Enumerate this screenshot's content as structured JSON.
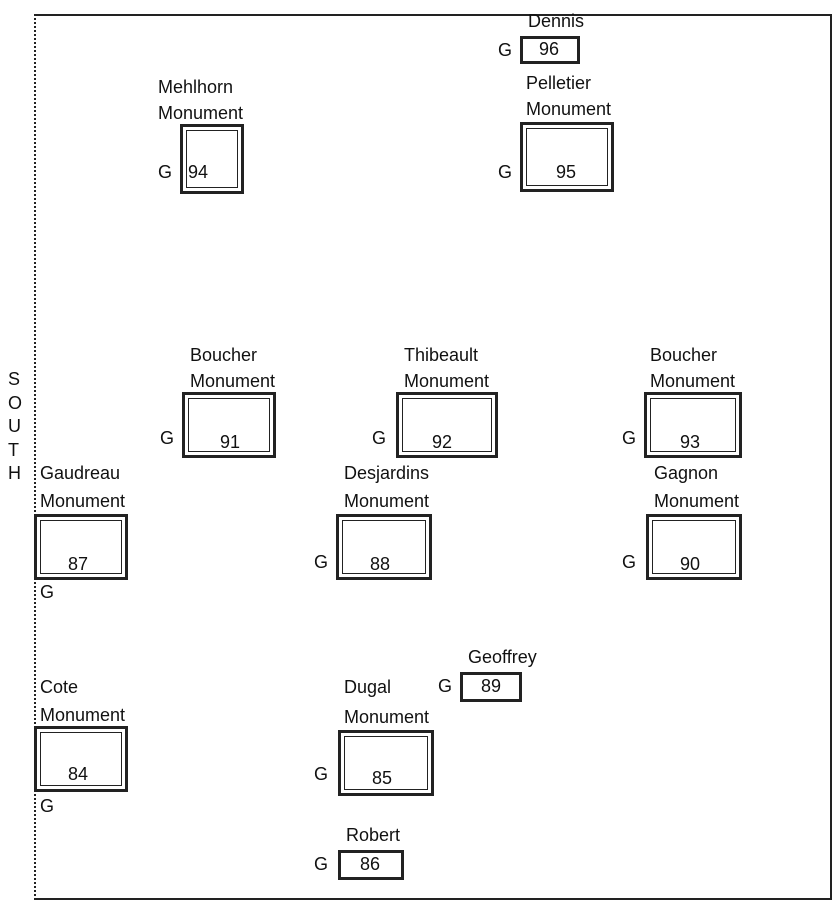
{
  "south_label": [
    "S",
    "O",
    "U",
    "T",
    "H"
  ],
  "lots": {
    "l94": {
      "name": "Mehlhorn",
      "suffix": "Monument",
      "number": "94",
      "g": "G"
    },
    "l95": {
      "name": "Pelletier",
      "suffix": "Monument",
      "number": "95",
      "g": "G"
    },
    "l96": {
      "name": "Dennis",
      "number": "96",
      "g": "G"
    },
    "l91": {
      "name": "Boucher",
      "suffix": "Monument",
      "number": "91",
      "g": "G"
    },
    "l92": {
      "name": "Thibeault",
      "suffix": "Monument",
      "number": "92",
      "g": "G"
    },
    "l93": {
      "name": "Boucher",
      "suffix": "Monument",
      "number": "93",
      "g": "G"
    },
    "l87": {
      "name": "Gaudreau",
      "suffix": "Monument",
      "number": "87",
      "g": "G"
    },
    "l88": {
      "name": "Desjardins",
      "suffix": "Monument",
      "number": "88",
      "g": "G"
    },
    "l90": {
      "name": "Gagnon",
      "suffix": "Monument",
      "number": "90",
      "g": "G"
    },
    "l89": {
      "name": "Geoffrey",
      "number": "89",
      "g": "G"
    },
    "l84": {
      "name": "Cote",
      "suffix": "Monument",
      "number": "84",
      "g": "G"
    },
    "l85": {
      "name": "Dugal",
      "suffix": "Monument",
      "number": "85",
      "g": "G"
    },
    "l86": {
      "name": "Robert",
      "number": "86",
      "g": "G"
    }
  }
}
